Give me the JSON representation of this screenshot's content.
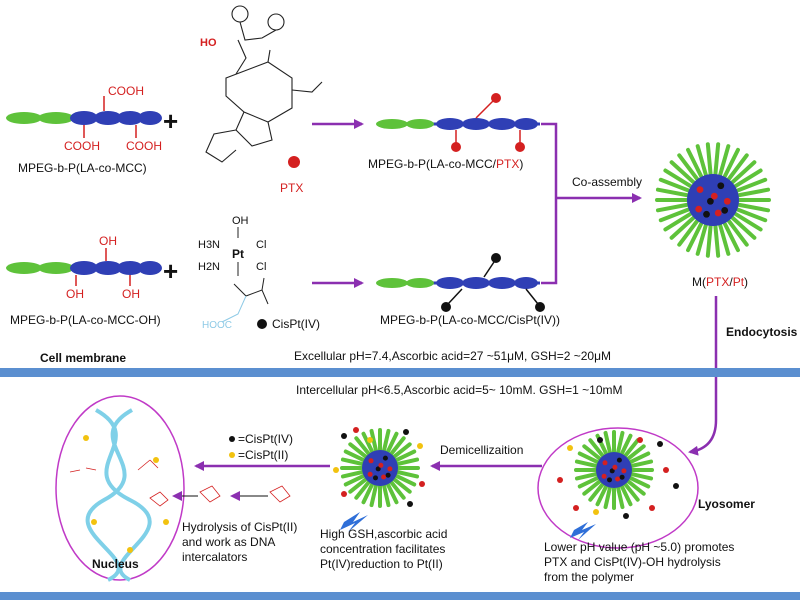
{
  "polymers": {
    "p1": "MPEG-b-P(LA-co-MCC)",
    "p2": "MPEG-b-P(LA-co-MCC-OH)",
    "p3_prefix": "MPEG-b-P(LA-co-MCC/",
    "p3_drug": "PTX",
    "p3_suffix": ")",
    "p4": "MPEG-b-P(LA-co-MCC/CisPt(IV))"
  },
  "groups": {
    "cooh": "COOH",
    "oh": "OH",
    "ho": "HO",
    "hooc": "HOOC"
  },
  "drugs": {
    "ptx": "PTX",
    "cispt": "CisPt(IV)"
  },
  "pt_complex": {
    "oh": "OH",
    "h3n_top": "H3N",
    "pt": "Pt",
    "cl_top": "Cl",
    "h2n": "H2N",
    "cl_bottom": "Cl"
  },
  "plus": "+",
  "steps": {
    "co_assembly": "Co-assembly",
    "endocytosis": "Endocytosis",
    "demicellization": "Demicellizaition"
  },
  "micelle_label": {
    "prefix": "M(",
    "ptx": "PTX",
    "sep": "/",
    "pt": "Pt",
    "suffix": ")"
  },
  "membrane": {
    "label": "Cell membrane",
    "extracellular": "Excellular pH=7.4,Ascorbic acid=27 ~51μM, GSH=2 ~20μM",
    "intracellular": "Intercellular pH<6.5,Ascorbic acid=5~ 10mM. GSH=1 ~10mM"
  },
  "legend": {
    "cispt4": "=CisPt(IV)",
    "cispt2": "=CisPt(II)"
  },
  "organelles": {
    "nucleus": "Nucleus",
    "lysosome": "Lyosomer"
  },
  "captions": {
    "hydrolysis_1": "Hydrolysis of CisPt(II)",
    "hydrolysis_2": "and work as DNA",
    "hydrolysis_3": "intercalators",
    "gsh_1": "High GSH,ascorbic acid",
    "gsh_2": "concentration facilitates",
    "gsh_3": "Pt(IV)reduction to Pt(II)",
    "ph_1": "Lower pH value (pH ~5.0) promotes",
    "ph_2": "PTX and CisPt(IV)-OH hydrolysis",
    "ph_3": "from the polymer"
  },
  "colors": {
    "peg": "#5ec23a",
    "backbone": "#2f3fb5",
    "ptx_red": "#d42020",
    "arrow": "#8b2fb0",
    "membrane": "#5b8fd0",
    "cispt_black": "#111111",
    "cisplatin2_yellow": "#f2c20f",
    "hooc_blue": "#8ecae6",
    "dna": "#7fd0e8"
  }
}
